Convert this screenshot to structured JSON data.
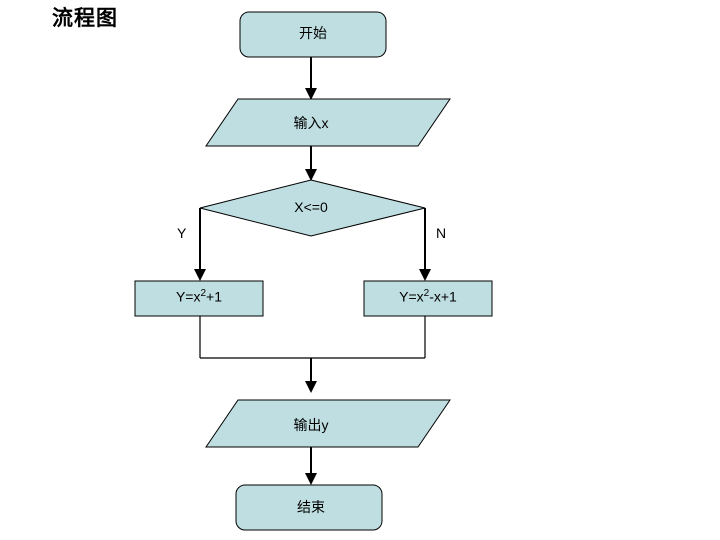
{
  "document": {
    "title": "流程图"
  },
  "flowchart": {
    "fill_color": "#bfdee1",
    "stroke_color": "#000000",
    "background_color": "#ffffff",
    "nodes": [
      {
        "id": "start",
        "shape": "rounded-rectangle",
        "label": "开始"
      },
      {
        "id": "input",
        "shape": "parallelogram",
        "label": "输入x"
      },
      {
        "id": "decision",
        "shape": "diamond",
        "label": "X<=0"
      },
      {
        "id": "proc-yes",
        "shape": "rectangle",
        "label_prefix": "Y=x",
        "label_sup": "2",
        "label_suffix": "+1"
      },
      {
        "id": "proc-no",
        "shape": "rectangle",
        "label_prefix": "Y=x",
        "label_sup": "2",
        "label_suffix": "-x+1"
      },
      {
        "id": "output",
        "shape": "parallelogram",
        "label": "输出y"
      },
      {
        "id": "end",
        "shape": "rounded-rectangle",
        "label": "结束"
      }
    ],
    "branch_labels": {
      "yes": "Y",
      "no": "N"
    }
  }
}
